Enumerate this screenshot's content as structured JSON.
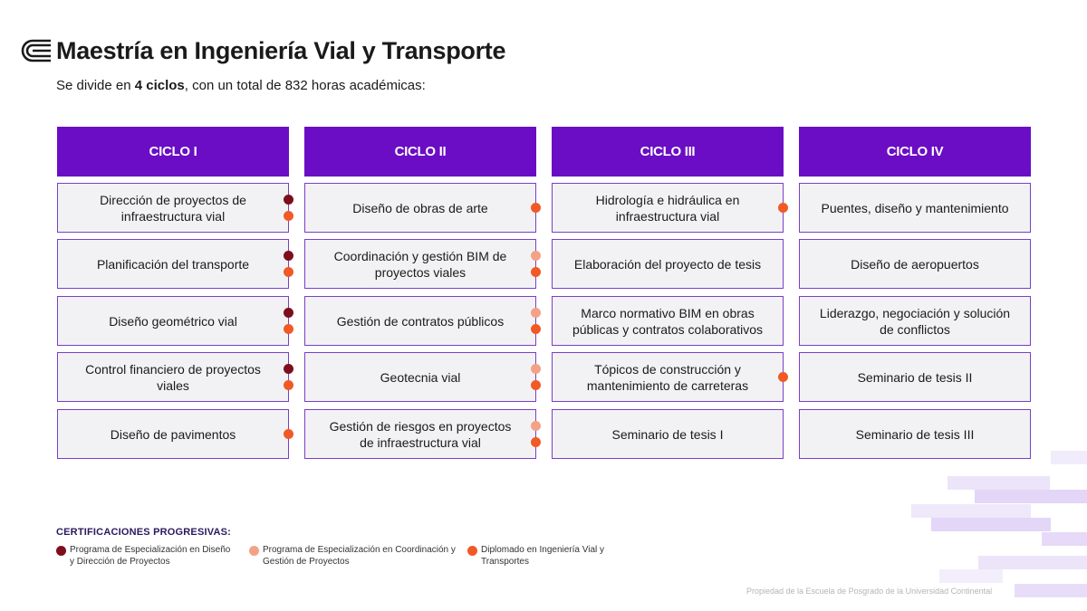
{
  "header": {
    "logo_icon": "university-logo-icon",
    "title_regular": "Maestría en ",
    "title_bold": "Ingeniería Vial y Transporte",
    "subtitle_before": "Se divide en ",
    "subtitle_bold": "4 ciclos",
    "subtitle_after": ", con un total de 832 horas académicas:"
  },
  "colors": {
    "header_purple": "#6a0dc4",
    "border_purple": "#7a3ec8",
    "dark_red": "#7d0f1c",
    "salmon": "#f3a286",
    "orange": "#f15a24",
    "decor_lavender": "#e8e0f7"
  },
  "cycles": [
    {
      "title": "CICLO I",
      "courses": [
        {
          "name": "Dirección de proyectos de infraestructura vial",
          "certs": [
            "dark_red",
            "orange"
          ]
        },
        {
          "name": "Planificación del transporte",
          "certs": [
            "dark_red",
            "orange"
          ]
        },
        {
          "name": "Diseño geométrico vial",
          "certs": [
            "dark_red",
            "orange"
          ]
        },
        {
          "name": "Control financiero de proyectos viales",
          "certs": [
            "dark_red",
            "orange"
          ]
        },
        {
          "name": "Diseño de pavimentos",
          "certs": [
            "orange"
          ]
        }
      ]
    },
    {
      "title": "CICLO II",
      "courses": [
        {
          "name": "Diseño de obras de arte",
          "certs": [
            "orange"
          ]
        },
        {
          "name": "Coordinación y gestión BIM de proyectos viales",
          "certs": [
            "salmon",
            "orange"
          ]
        },
        {
          "name": "Gestión de contratos públicos",
          "certs": [
            "salmon",
            "orange"
          ]
        },
        {
          "name": "Geotecnia vial",
          "certs": [
            "salmon",
            "orange"
          ]
        },
        {
          "name": "Gestión de riesgos en proyectos de infraestructura vial",
          "certs": [
            "salmon",
            "orange"
          ]
        }
      ]
    },
    {
      "title": "CICLO III",
      "courses": [
        {
          "name": "Hidrología e hidráulica en infraestructura vial",
          "certs": [
            "orange"
          ]
        },
        {
          "name": "Elaboración del proyecto de tesis",
          "certs": []
        },
        {
          "name": "Marco normativo BIM en obras públicas y contratos colaborativos",
          "certs": []
        },
        {
          "name": "Tópicos de construcción y mantenimiento de carreteras",
          "certs": [
            "orange"
          ]
        },
        {
          "name": "Seminario de tesis I",
          "certs": []
        }
      ]
    },
    {
      "title": "CICLO IV",
      "courses": [
        {
          "name": "Puentes, diseño y mantenimiento",
          "certs": []
        },
        {
          "name": "Diseño de aeropuertos",
          "certs": []
        },
        {
          "name": "Liderazgo, negociación y solución de conflictos",
          "certs": []
        },
        {
          "name": "Seminario de tesis II",
          "certs": []
        },
        {
          "name": "Seminario de tesis III",
          "certs": []
        }
      ]
    }
  ],
  "legend": {
    "title": "CERTIFICACIONES PROGRESIVAS:",
    "items": [
      {
        "color": "dark_red",
        "line1": "Programa de Especialización en Diseño",
        "line2": "y Dirección de Proyectos"
      },
      {
        "color": "salmon",
        "line1": "Programa de Especialización en Coordinación y",
        "line2": "Gestión de Proyectos"
      },
      {
        "color": "orange",
        "line1": "Diplomado en Ingeniería Vial y",
        "line2": "Transportes"
      }
    ]
  },
  "footer": "Propiedad de la Escuela de Posgrado de la Universidad Continental"
}
